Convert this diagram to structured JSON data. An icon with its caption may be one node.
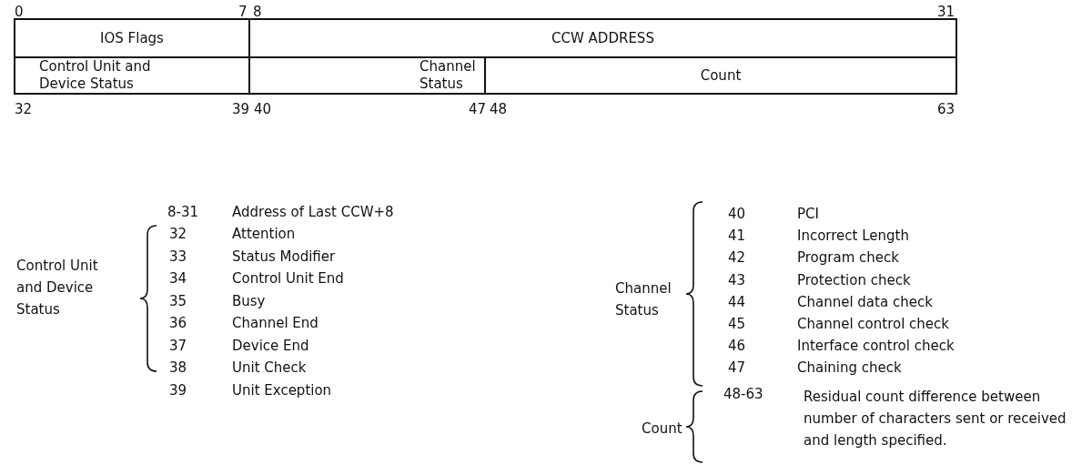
{
  "diagram": {
    "nodes": [
      {
        "text": [
          "IOS Flags"
        ]
      },
      {
        "text": [
          "CCW ADDRESS"
        ]
      },
      {
        "text": [
          "Control Unit and Device Status"
        ]
      },
      {
        "text": [
          "Channel Status"
        ]
      },
      {
        "text": [
          "Count"
        ]
      }
    ],
    "labels": [
      "0",
      "7",
      "8",
      "31",
      "32",
      "39",
      "40",
      "47",
      "48",
      "63",
      "8-31",
      "Address of Last CCW+8",
      "Control Unit and Device Status",
      "32",
      "Attention",
      "33",
      "Status Modifier",
      "34",
      "Control Unit End",
      "35",
      "Busy",
      "36",
      "Channel End",
      "37",
      "Device End",
      "38",
      "Unit Check",
      "39",
      "Unit Exception",
      "Channel Status",
      "40",
      "PCI",
      "41",
      "Incorrect Length",
      "42",
      "Program check",
      "43",
      "Protection check",
      "44",
      "Channel data check",
      "45",
      "Channel control check",
      "46",
      "Interface control check",
      "47",
      "Chaining check",
      "Count",
      "48-63",
      "Residual count difference between number of characters sent or received and length specified."
    ]
  }
}
